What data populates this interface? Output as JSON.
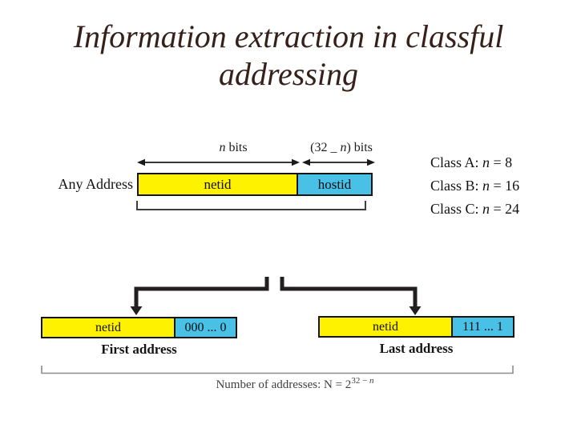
{
  "title": {
    "line1": "Information extraction in classful",
    "line2": "addressing",
    "color": "#35201a"
  },
  "symbols": {
    "n": "n"
  },
  "top_diagram": {
    "n_bits_suffix": " bits",
    "bits32_pre": "(32 _ ",
    "bits32_post": ") bits",
    "any_address_label": "Any Address",
    "netid_label": "netid",
    "hostid_label": "hostid",
    "netid_color": "#fff200",
    "hostid_color": "#49c0e6"
  },
  "classes": [
    {
      "pre": "Class A: ",
      "post": " = 8"
    },
    {
      "pre": "Class B: ",
      "post": " = 16"
    },
    {
      "pre": "Class C: ",
      "post": " = 24"
    }
  ],
  "first_address": {
    "netid_label": "netid",
    "hostid_bits": "000 ... 0",
    "caption": "First address"
  },
  "last_address": {
    "netid_label": "netid",
    "hostid_bits": "111 ... 1",
    "caption": "Last address"
  },
  "formula": {
    "prefix": "Number of addresses: N = 2",
    "exponent_pre": "32 − ",
    "exponent_n": "n"
  }
}
